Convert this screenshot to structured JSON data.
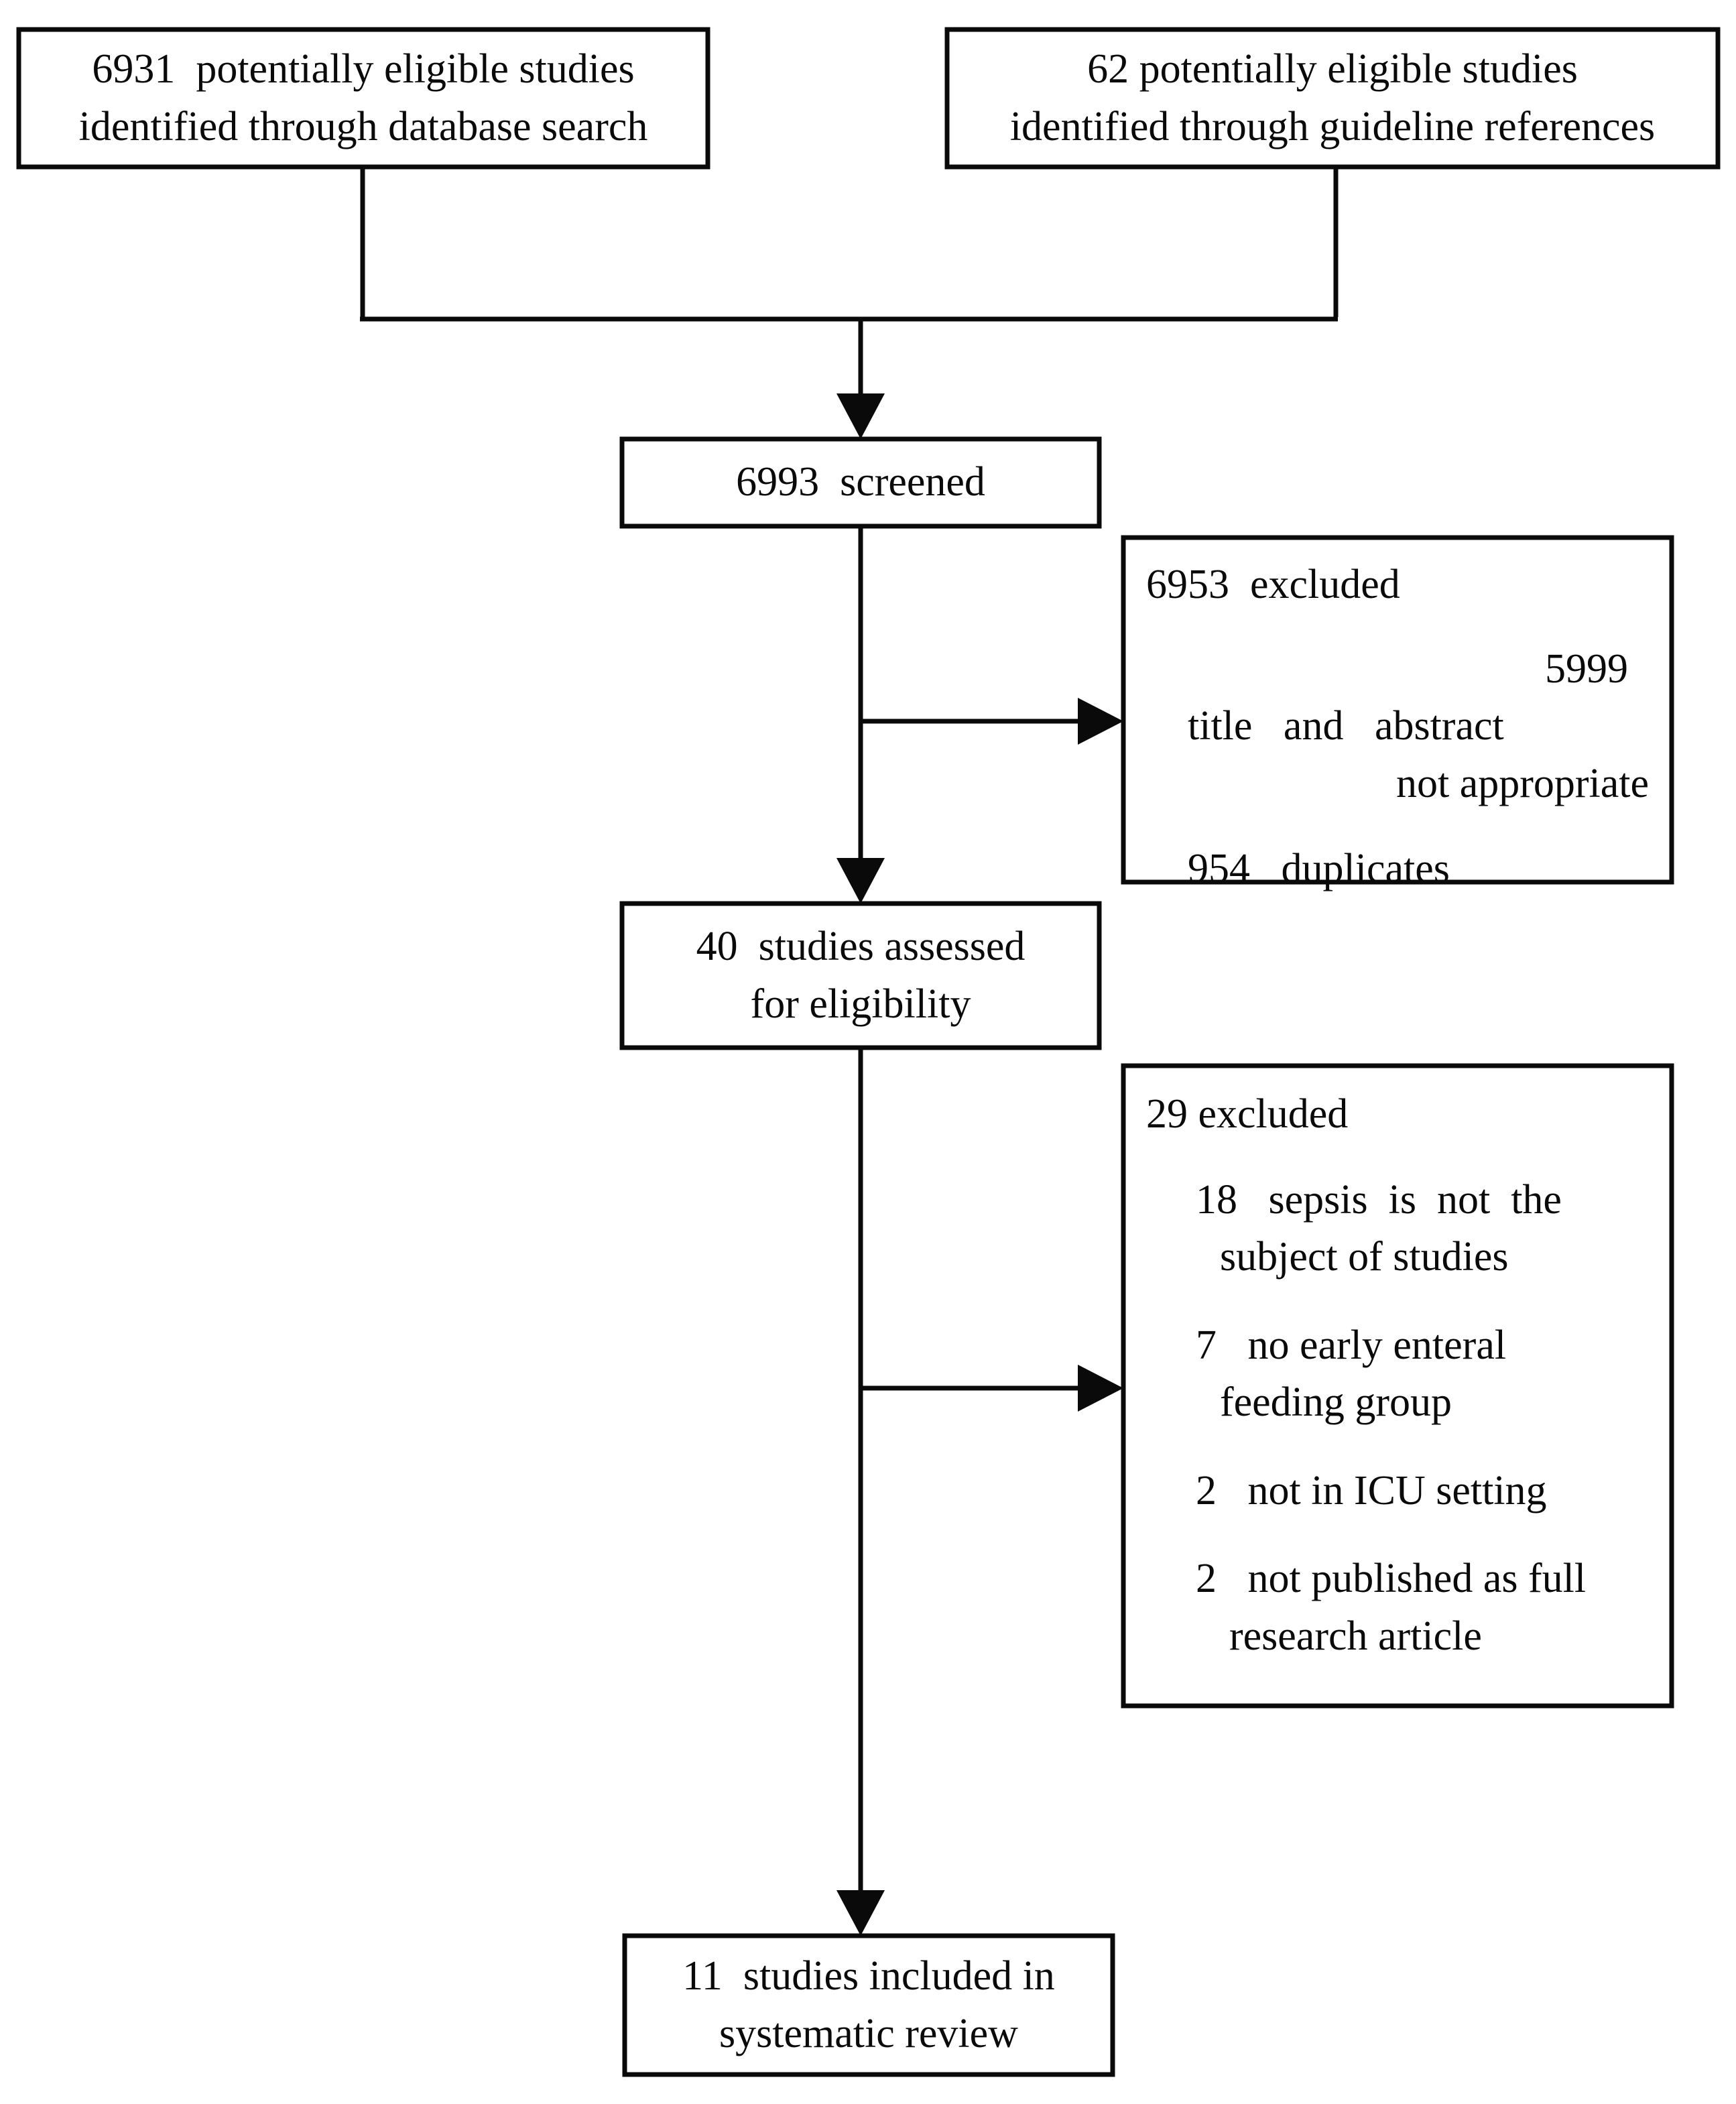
{
  "diagram": {
    "type": "prisma-flow-diagram",
    "title": "Study selection flow diagram",
    "line_color": "#0a0a0a",
    "background_color": "#ffffff",
    "nodes": {
      "database_search": {
        "label": "6931 potentially eligible studies identified through database search",
        "lines": [
          "6931  potentially eligible studies",
          "identified through database search"
        ],
        "count": 6931
      },
      "guideline_references": {
        "label": "62 potentially eligible studies identified through guideline references",
        "lines": [
          "62 potentially eligible studies",
          "identified through guideline references"
        ],
        "count": 62
      },
      "screened": {
        "label": "6993  screened",
        "lines": [
          "6993  screened"
        ],
        "count": 6993
      },
      "excluded_screening": {
        "heading": "6953  excluded",
        "count": 6953,
        "reasons": [
          {
            "count": "5999",
            "reason_lines": [
              "title   and   abstract",
              "not appropriate"
            ],
            "reason": "title and abstract not appropriate"
          },
          {
            "count": "954",
            "reason_lines": [
              "duplicates"
            ],
            "reason": "duplicates"
          }
        ]
      },
      "assessed_eligibility": {
        "label": "40 studies assessed for eligibility",
        "lines": [
          "40  studies assessed",
          "for eligibility"
        ],
        "count": 40
      },
      "excluded_eligibility": {
        "heading": "29 excluded",
        "count": 29,
        "reasons": [
          {
            "count": "18",
            "reason_lines": [
              "sepsis  is  not  the",
              "subject of studies"
            ],
            "reason": "sepsis is not the subject of studies"
          },
          {
            "count": "7",
            "reason_lines": [
              "no early enteral",
              "feeding group"
            ],
            "reason": "no early enteral feeding group"
          },
          {
            "count": "2",
            "reason_lines": [
              "not in ICU setting"
            ],
            "reason": "not in ICU setting"
          },
          {
            "count": "2",
            "reason_lines": [
              "not published as full",
              "research article"
            ],
            "reason": "not published as full research article"
          }
        ]
      },
      "included": {
        "label": "11 studies included in systematic review",
        "lines": [
          "11  studies included in",
          "systematic review"
        ],
        "count": 11
      }
    }
  }
}
